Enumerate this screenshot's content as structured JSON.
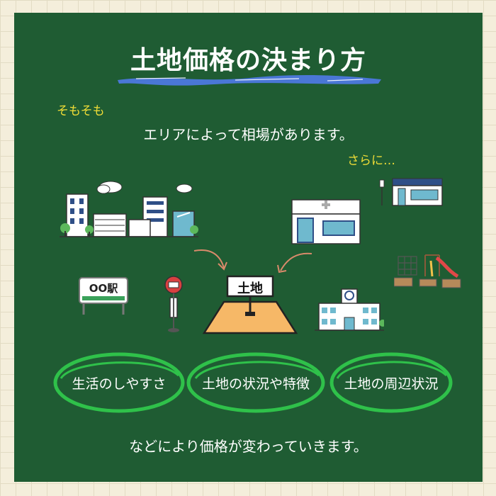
{
  "heading": "土地価格の決まり方",
  "intro_note": "そもそも",
  "intro_text": "エリアによって相場があります。",
  "more_note": "さらに…",
  "station_sign": "OO駅",
  "land_sign": "土地",
  "factors": [
    {
      "label": "生活のしやすさ"
    },
    {
      "label": "土地の状況や特徴"
    },
    {
      "label": "土地の周辺状況"
    }
  ],
  "footer_text": "などにより価格が変わっていきます。",
  "colors": {
    "board": "#1f5c33",
    "accent_yellow": "#f2de37",
    "ring_green": "#2fc14a",
    "underline_blue": "#4a77d6",
    "land_orange": "#f6b867",
    "building_blue": "#2f4f87"
  }
}
